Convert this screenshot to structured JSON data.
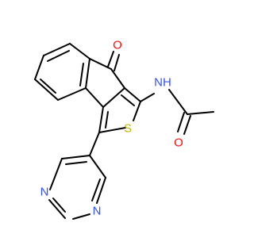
{
  "colors": {
    "bond": "#000000",
    "oxygen": "#ff0d0d",
    "nitrogen": "#3050f8",
    "sulfur": "#c8b400"
  },
  "atoms": {
    "ketone_oxygen": "O",
    "amide_nh": "NH",
    "amide_oxygen": "O",
    "thiophene_sulfur": "S",
    "pyrimidine_n1": "N",
    "pyrimidine_n3": "N"
  }
}
